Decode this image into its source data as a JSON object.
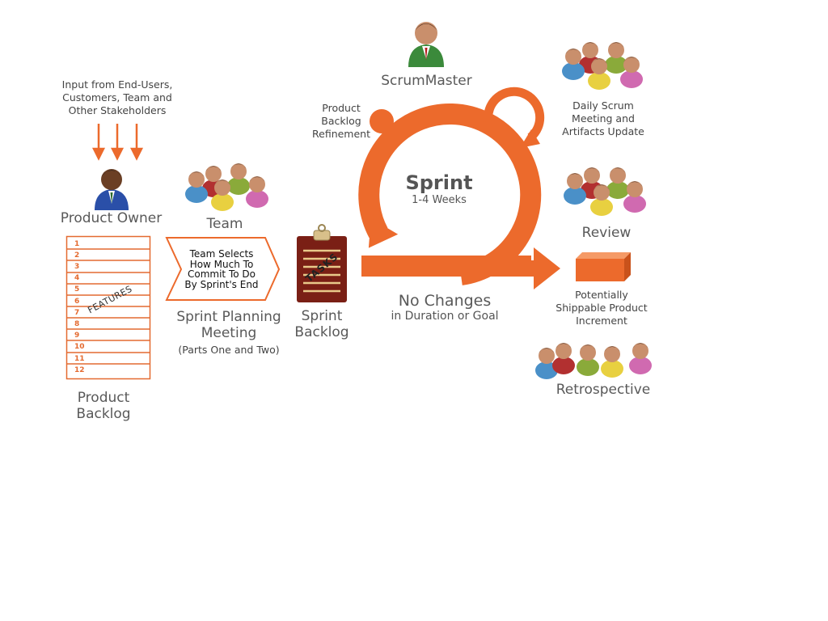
{
  "colors": {
    "accent": "#ec6a2c",
    "backlog_line": "#e46a30",
    "clipboard": "#7a1f15",
    "text": "#595959"
  },
  "input": {
    "lines": [
      "Input from End-Users,",
      "Customers, Team and",
      "Other Stakeholders"
    ]
  },
  "product_owner": {
    "label": "Product Owner",
    "icon": "businessman-icon"
  },
  "team": {
    "label": "Team",
    "icon": "team-group-icon"
  },
  "product_backlog": {
    "items": [
      "1",
      "2",
      "3",
      "4",
      "5",
      "6",
      "7",
      "8",
      "9",
      "10",
      "11",
      "12"
    ],
    "stamp": "FEATURES",
    "label_lines": [
      "Product",
      "Backlog"
    ]
  },
  "planning": {
    "chevron_lines": [
      "Team Selects",
      "How Much To",
      "Commit To Do",
      "By Sprint's End"
    ],
    "title_lines": [
      "Sprint Planning",
      "Meeting"
    ],
    "subtitle": "(Parts One and Two)"
  },
  "sprint_backlog": {
    "stamp": "TASKS",
    "label_lines": [
      "Sprint",
      "Backlog"
    ],
    "icon": "clipboard-icon"
  },
  "scrum_master": {
    "label": "ScrumMaster",
    "icon": "scrummaster-icon"
  },
  "refinement": {
    "lines": [
      "Product",
      "Backlog",
      "Refinement"
    ]
  },
  "sprint": {
    "title": "Sprint",
    "duration": "1-4 Weeks"
  },
  "daily_scrum": {
    "lines": [
      "Daily Scrum",
      "Meeting and",
      "Artifacts Update"
    ]
  },
  "no_changes": {
    "title": "No Changes",
    "subtitle": "in Duration or Goal"
  },
  "review": {
    "label": "Review"
  },
  "increment": {
    "lines": [
      "Potentially",
      "Shippable Product",
      "Increment"
    ],
    "icon": "product-box-icon"
  },
  "retrospective": {
    "label": "Retrospective"
  }
}
